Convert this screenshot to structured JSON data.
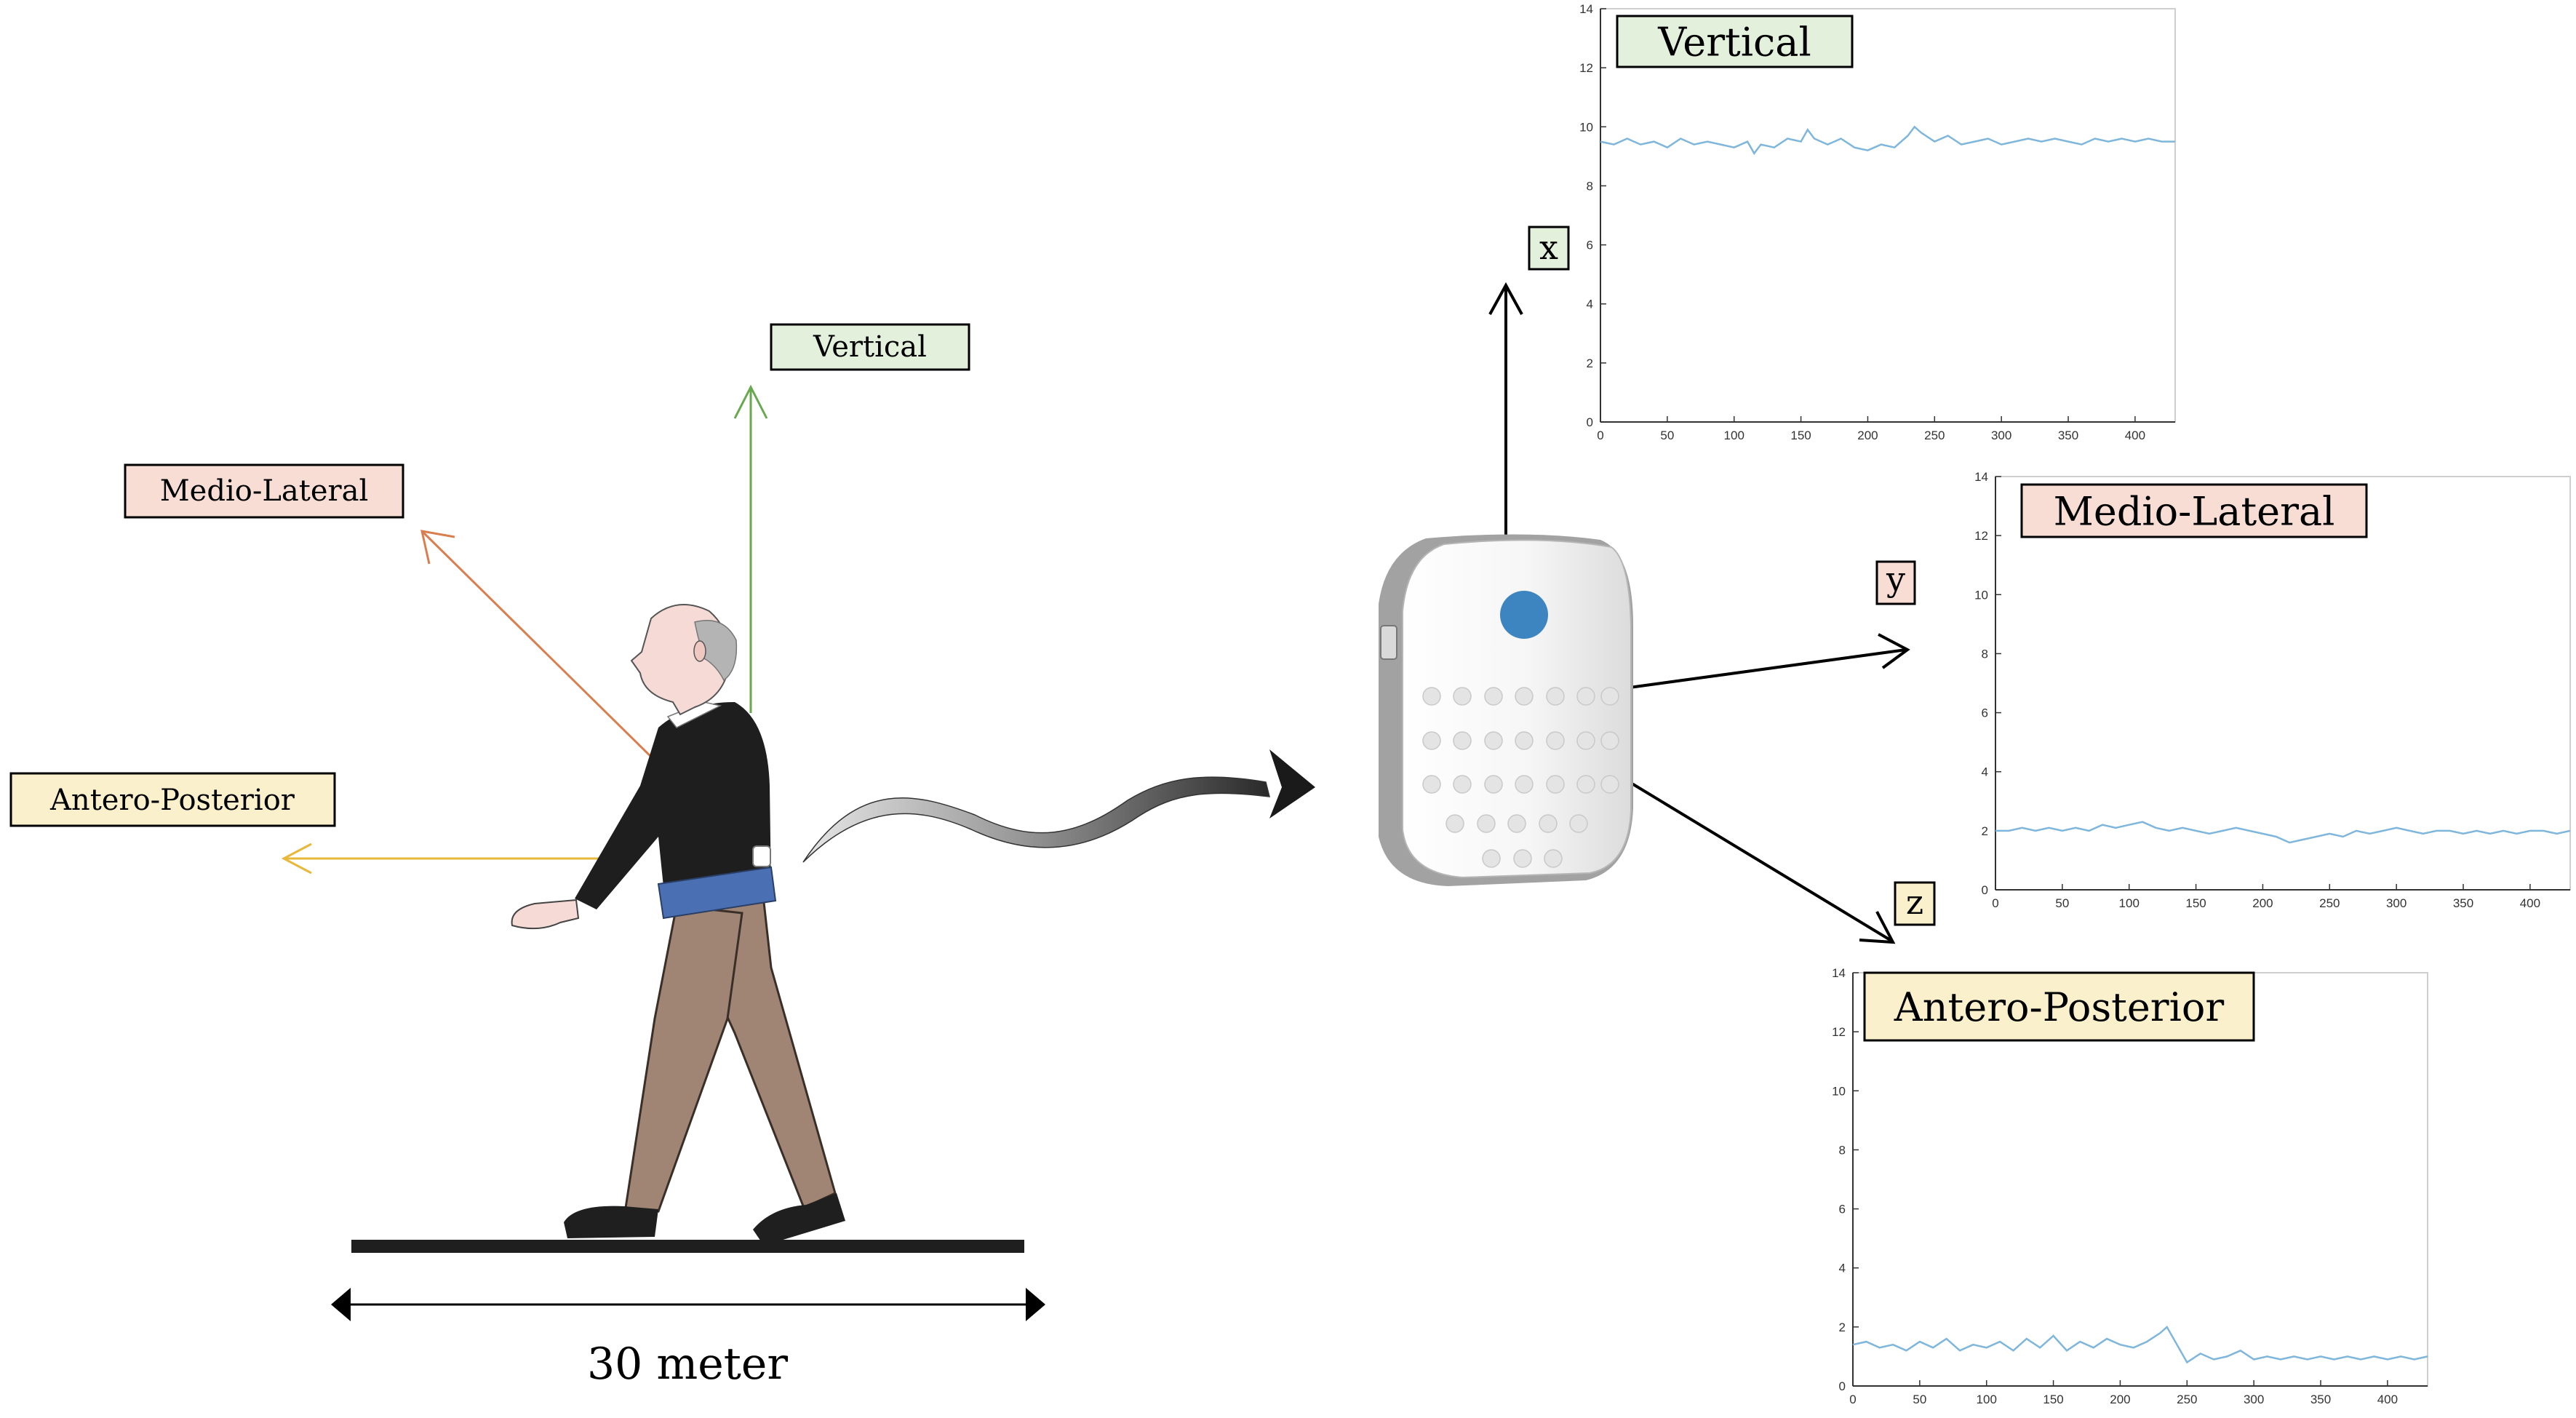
{
  "figure": {
    "walking": {
      "axis_labels": {
        "vertical": "Vertical",
        "medio_lateral": "Medio-Lateral",
        "antero_posterior": "Antero-Posterior"
      },
      "distance_label": "30 meter"
    },
    "sensor": {
      "axis_letters": {
        "x": "x",
        "y": "y",
        "z": "z"
      }
    },
    "colors": {
      "vertical": "#e3f1dc",
      "medio_lateral": "#f7ddd3",
      "antero_posterior": "#faf0cc",
      "signal_line": "#7fb6dc",
      "sensor_button": "#3d85c0"
    }
  },
  "chart_data": [
    {
      "type": "line",
      "title": "Vertical",
      "xlim": [
        0,
        430
      ],
      "ylim": [
        0,
        14
      ],
      "x_ticks": [
        "0",
        "50",
        "100",
        "150",
        "200",
        "250",
        "300",
        "350",
        "400"
      ],
      "y_ticks": [
        "0",
        "2",
        "4",
        "6",
        "8",
        "10",
        "12",
        "14"
      ],
      "series": [
        {
          "x": [
            0,
            10,
            20,
            30,
            40,
            50,
            60,
            70,
            80,
            90,
            100,
            110,
            115,
            120,
            130,
            140,
            150,
            155,
            160,
            170,
            180,
            190,
            200,
            210,
            220,
            230,
            235,
            240,
            250,
            260,
            270,
            280,
            290,
            300,
            310,
            320,
            330,
            340,
            350,
            360,
            370,
            380,
            390,
            400,
            410,
            420,
            430
          ],
          "values": [
            9.5,
            9.4,
            9.6,
            9.4,
            9.5,
            9.3,
            9.6,
            9.4,
            9.5,
            9.4,
            9.3,
            9.5,
            9.1,
            9.4,
            9.3,
            9.6,
            9.5,
            9.9,
            9.6,
            9.4,
            9.6,
            9.3,
            9.2,
            9.4,
            9.3,
            9.7,
            10.0,
            9.8,
            9.5,
            9.7,
            9.4,
            9.5,
            9.6,
            9.4,
            9.5,
            9.6,
            9.5,
            9.6,
            9.5,
            9.4,
            9.6,
            9.5,
            9.6,
            9.5,
            9.6,
            9.5,
            9.5
          ]
        }
      ]
    },
    {
      "type": "line",
      "title": "Medio-Lateral",
      "xlim": [
        0,
        430
      ],
      "ylim": [
        0,
        14
      ],
      "x_ticks": [
        "0",
        "50",
        "100",
        "150",
        "200",
        "250",
        "300",
        "350",
        "400"
      ],
      "y_ticks": [
        "0",
        "2",
        "4",
        "6",
        "8",
        "10",
        "12",
        "14"
      ],
      "series": [
        {
          "x": [
            0,
            10,
            20,
            30,
            40,
            50,
            60,
            70,
            80,
            90,
            100,
            110,
            120,
            130,
            140,
            150,
            160,
            170,
            180,
            190,
            200,
            210,
            220,
            230,
            240,
            250,
            260,
            270,
            280,
            290,
            300,
            310,
            320,
            330,
            340,
            350,
            360,
            370,
            380,
            390,
            400,
            410,
            420,
            430
          ],
          "values": [
            2.0,
            2.0,
            2.1,
            2.0,
            2.1,
            2.0,
            2.1,
            2.0,
            2.2,
            2.1,
            2.2,
            2.3,
            2.1,
            2.0,
            2.1,
            2.0,
            1.9,
            2.0,
            2.1,
            2.0,
            1.9,
            1.8,
            1.6,
            1.7,
            1.8,
            1.9,
            1.8,
            2.0,
            1.9,
            2.0,
            2.1,
            2.0,
            1.9,
            2.0,
            2.0,
            1.9,
            2.0,
            1.9,
            2.0,
            1.9,
            2.0,
            2.0,
            1.9,
            2.0
          ]
        }
      ]
    },
    {
      "type": "line",
      "title": "Antero-Posterior",
      "xlim": [
        0,
        430
      ],
      "ylim": [
        0,
        14
      ],
      "x_ticks": [
        "0",
        "50",
        "100",
        "150",
        "200",
        "250",
        "300",
        "350",
        "400"
      ],
      "y_ticks": [
        "0",
        "2",
        "4",
        "6",
        "8",
        "10",
        "12",
        "14"
      ],
      "series": [
        {
          "x": [
            0,
            10,
            20,
            30,
            40,
            50,
            60,
            70,
            80,
            90,
            100,
            110,
            120,
            130,
            140,
            150,
            160,
            170,
            180,
            190,
            200,
            210,
            220,
            230,
            235,
            240,
            250,
            260,
            270,
            280,
            290,
            300,
            310,
            320,
            330,
            340,
            350,
            360,
            370,
            380,
            390,
            400,
            410,
            420,
            430
          ],
          "values": [
            1.4,
            1.5,
            1.3,
            1.4,
            1.2,
            1.5,
            1.3,
            1.6,
            1.2,
            1.4,
            1.3,
            1.5,
            1.2,
            1.6,
            1.3,
            1.7,
            1.2,
            1.5,
            1.3,
            1.6,
            1.4,
            1.3,
            1.5,
            1.8,
            2.0,
            1.6,
            0.8,
            1.1,
            0.9,
            1.0,
            1.2,
            0.9,
            1.0,
            0.9,
            1.0,
            0.9,
            1.0,
            0.9,
            1.0,
            0.9,
            1.0,
            0.9,
            1.0,
            0.9,
            1.0
          ]
        }
      ]
    }
  ]
}
